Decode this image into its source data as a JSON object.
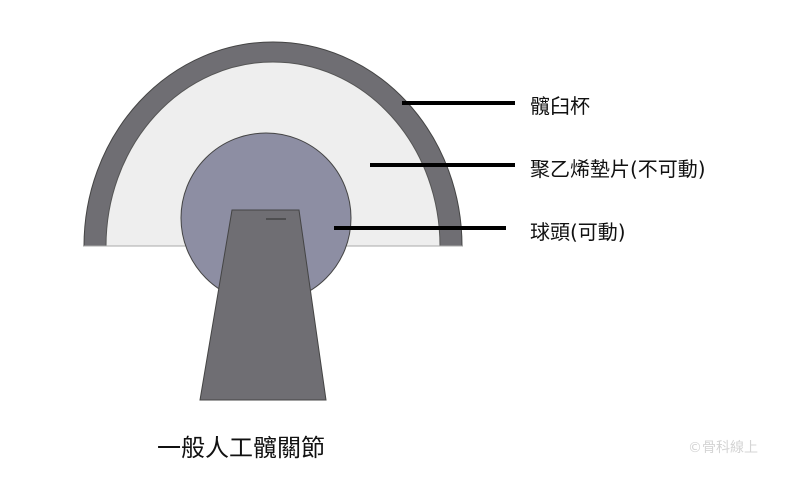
{
  "labels": {
    "acetabulum": "髖臼杯",
    "polyethylene": "聚乙烯墊片(不可動)",
    "ball_head": "球頭(可動)"
  },
  "title": "一般人工髖關節",
  "watermark": "©骨科線上",
  "colors": {
    "cup": "#6f6e73",
    "liner": "#eeeeee",
    "ball": "#8d8ea3",
    "stem": "#6f6e73",
    "leader": "#000000"
  }
}
